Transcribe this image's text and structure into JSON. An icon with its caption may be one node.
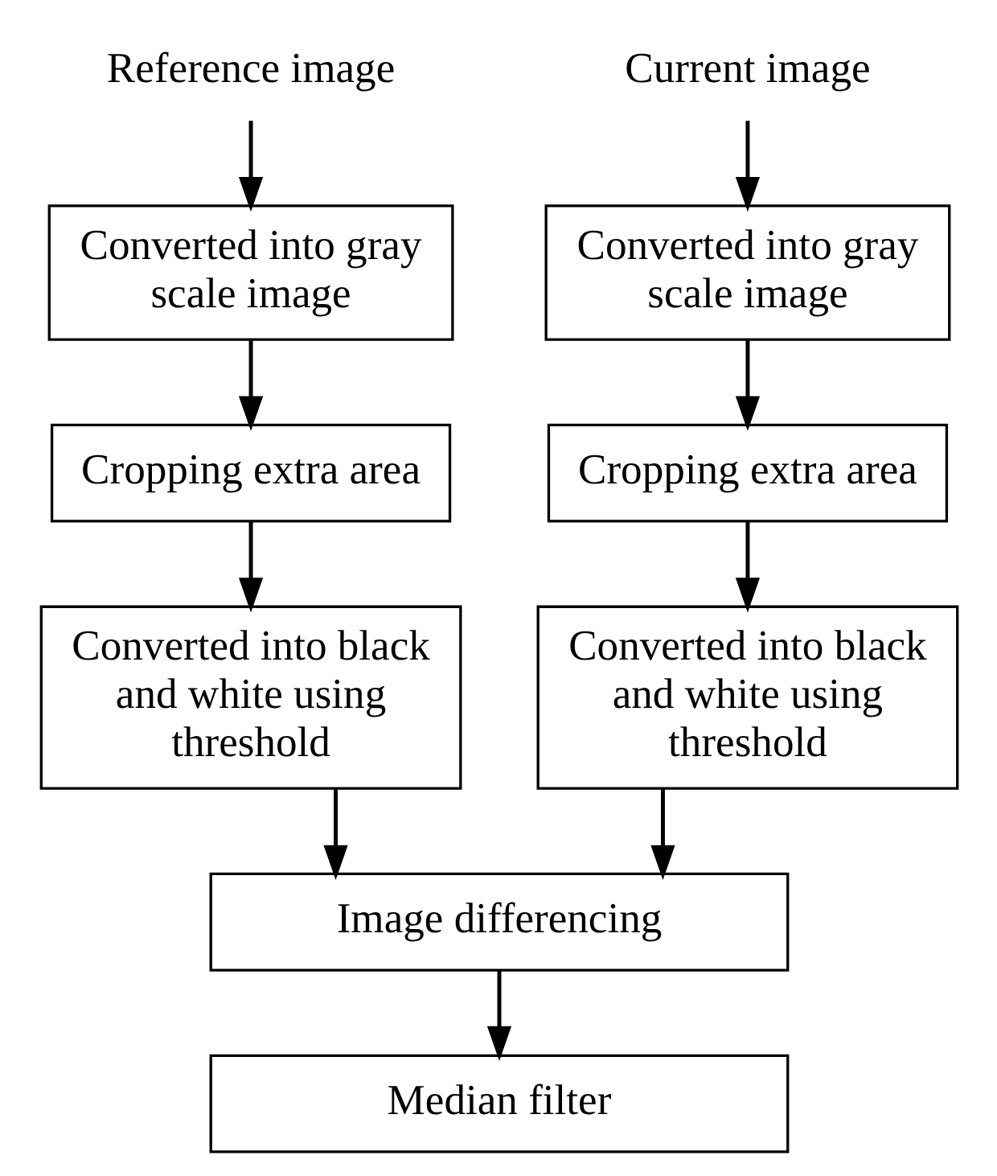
{
  "diagram": {
    "nodes": [
      {
        "text": [
          "Reference image"
        ]
      },
      {
        "text": [
          "Current image"
        ]
      },
      {
        "text": [
          "Converted into gray scale image"
        ]
      },
      {
        "text": [
          "Converted into gray scale image"
        ]
      },
      {
        "text": [
          "Cropping extra area"
        ]
      },
      {
        "text": [
          "Cropping extra area"
        ]
      },
      {
        "text": [
          "Converted into black and white using threshold"
        ]
      },
      {
        "text": [
          "Converted into black and white using threshold"
        ]
      },
      {
        "text": [
          "Image differencing"
        ]
      },
      {
        "text": [
          "Median filter"
        ]
      }
    ],
    "edges": [
      {
        "from": 0,
        "to": 2,
        "arrow": "to"
      },
      {
        "from": 1,
        "to": 3,
        "arrow": "to"
      },
      {
        "from": 2,
        "to": 4,
        "arrow": "to"
      },
      {
        "from": 3,
        "to": 5,
        "arrow": "to"
      },
      {
        "from": 4,
        "to": 6,
        "arrow": "to"
      },
      {
        "from": 5,
        "to": 7,
        "arrow": "to"
      },
      {
        "from": 6,
        "to": 8,
        "arrow": "to"
      },
      {
        "from": 7,
        "to": 8,
        "arrow": "to"
      },
      {
        "from": 8,
        "to": 9,
        "arrow": "to"
      }
    ]
  }
}
